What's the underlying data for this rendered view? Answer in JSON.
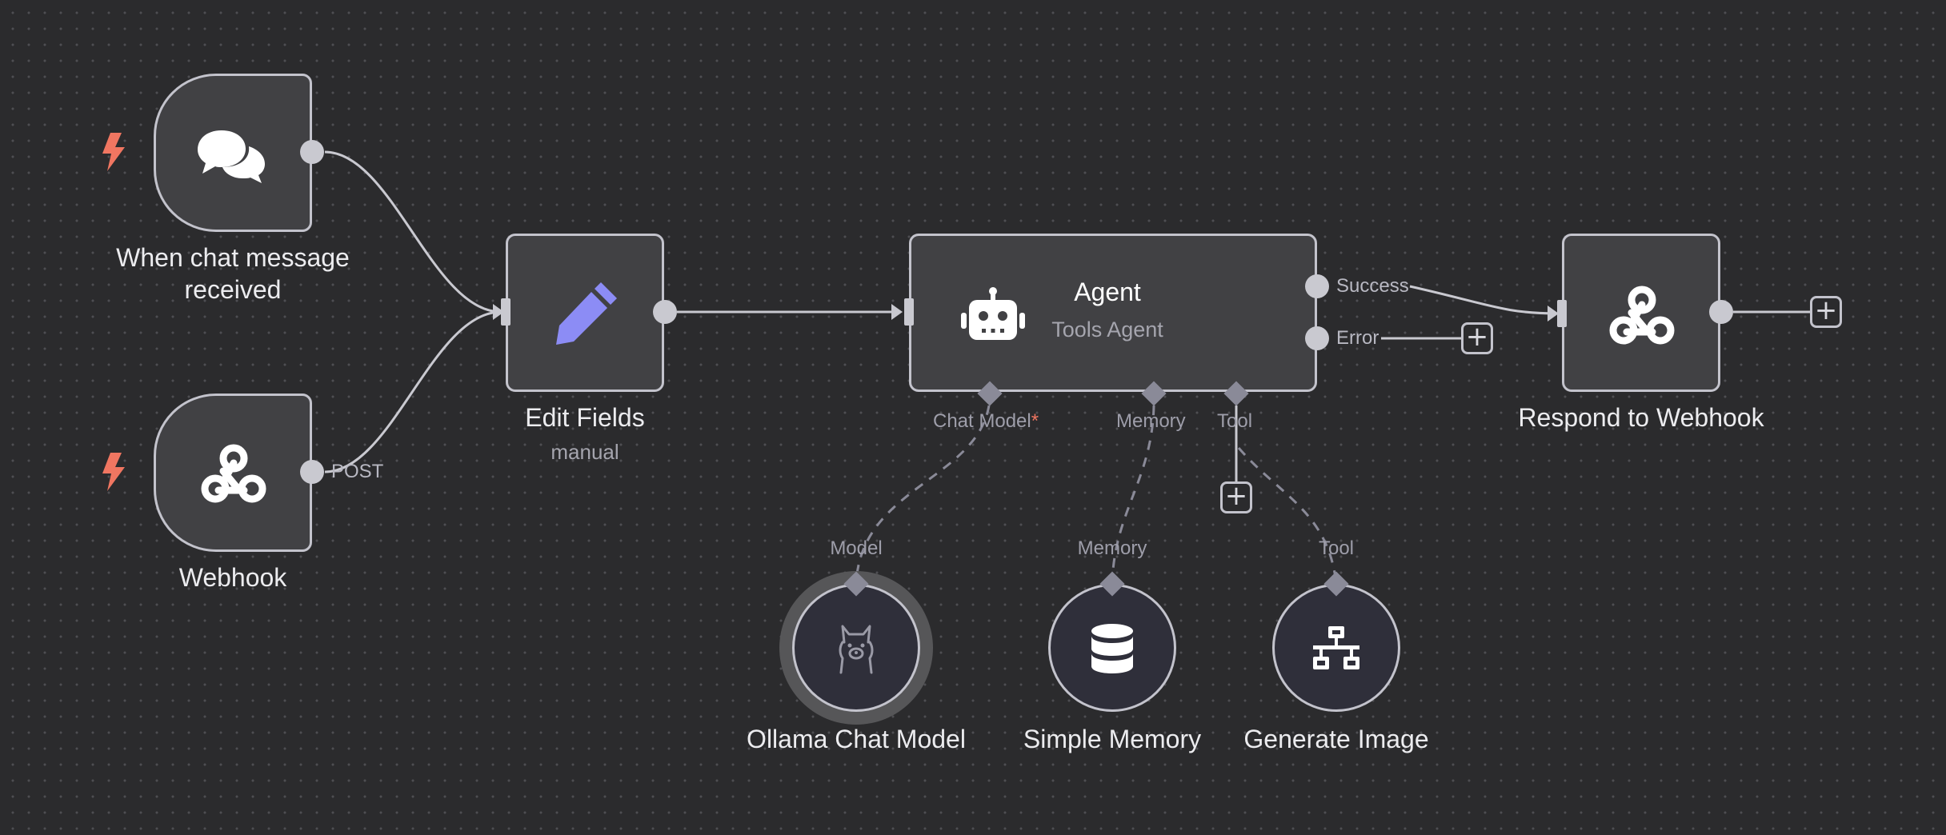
{
  "colors": {
    "canvas": "#2b2b2d",
    "node_fill": "#414144",
    "node_border": "#c3c3cc",
    "edit_fields_icon": "#8c8cf5",
    "trigger_bolt": "#f07661",
    "required_marker": "#f07661",
    "sub_node_fill": "#2f2f3a"
  },
  "nodes": {
    "chat_trigger": {
      "title": "When chat message received",
      "icon": "chat-bubbles-icon",
      "trigger_icon": "lightning-bolt-icon"
    },
    "webhook": {
      "title": "Webhook",
      "icon": "webhook-icon",
      "trigger_icon": "lightning-bolt-icon",
      "output_label": "POST"
    },
    "edit_fields": {
      "title": "Edit Fields",
      "subtitle": "manual",
      "icon": "pencil-icon"
    },
    "agent": {
      "title": "Agent",
      "subtitle": "Tools Agent",
      "icon": "robot-icon",
      "outputs": {
        "success": "Success",
        "error": "Error"
      },
      "connectors": {
        "chat_model": "Chat Model",
        "chat_model_required": "*",
        "memory": "Memory",
        "tool": "Tool"
      }
    },
    "respond": {
      "title": "Respond to Webhook",
      "icon": "webhook-icon"
    },
    "ollama": {
      "title": "Ollama Chat Model",
      "connector_label": "Model",
      "icon": "llama-icon"
    },
    "memory": {
      "title": "Simple Memory",
      "connector_label": "Memory",
      "icon": "database-icon"
    },
    "generate_image": {
      "title": "Generate Image",
      "connector_label": "Tool",
      "icon": "sitemap-icon"
    }
  },
  "add_buttons": {
    "symbol": "+"
  }
}
